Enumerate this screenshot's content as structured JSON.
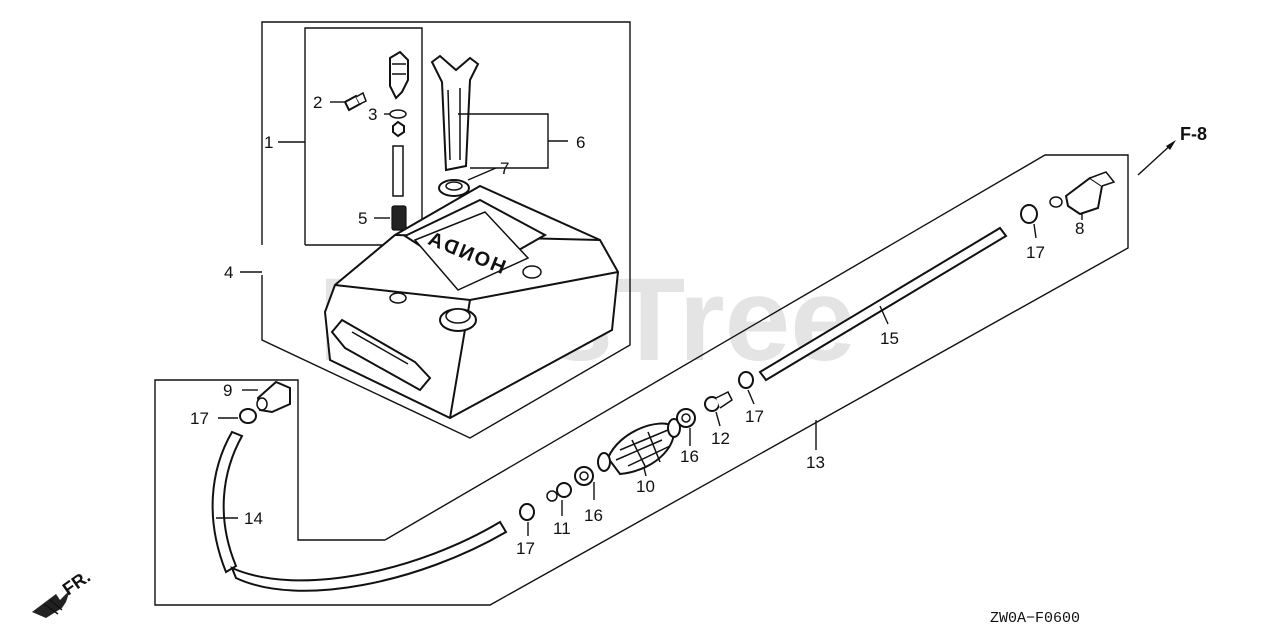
{
  "watermark": "PartsTree",
  "tank_brand": "HONDA",
  "reference": "F-8",
  "front_marker": "FR.",
  "figure_code": "ZW0A−F0600",
  "callouts": {
    "c1": "1",
    "c2": "2",
    "c3": "3",
    "c4": "4",
    "c5": "5",
    "c6": "6",
    "c7": "7",
    "c8": "8",
    "c9": "9",
    "c10": "10",
    "c11": "11",
    "c12": "12",
    "c13": "13",
    "c14": "14",
    "c15": "15",
    "c16a": "16",
    "c16b": "16",
    "c17a": "17",
    "c17b": "17",
    "c17c": "17",
    "c17d": "17"
  }
}
